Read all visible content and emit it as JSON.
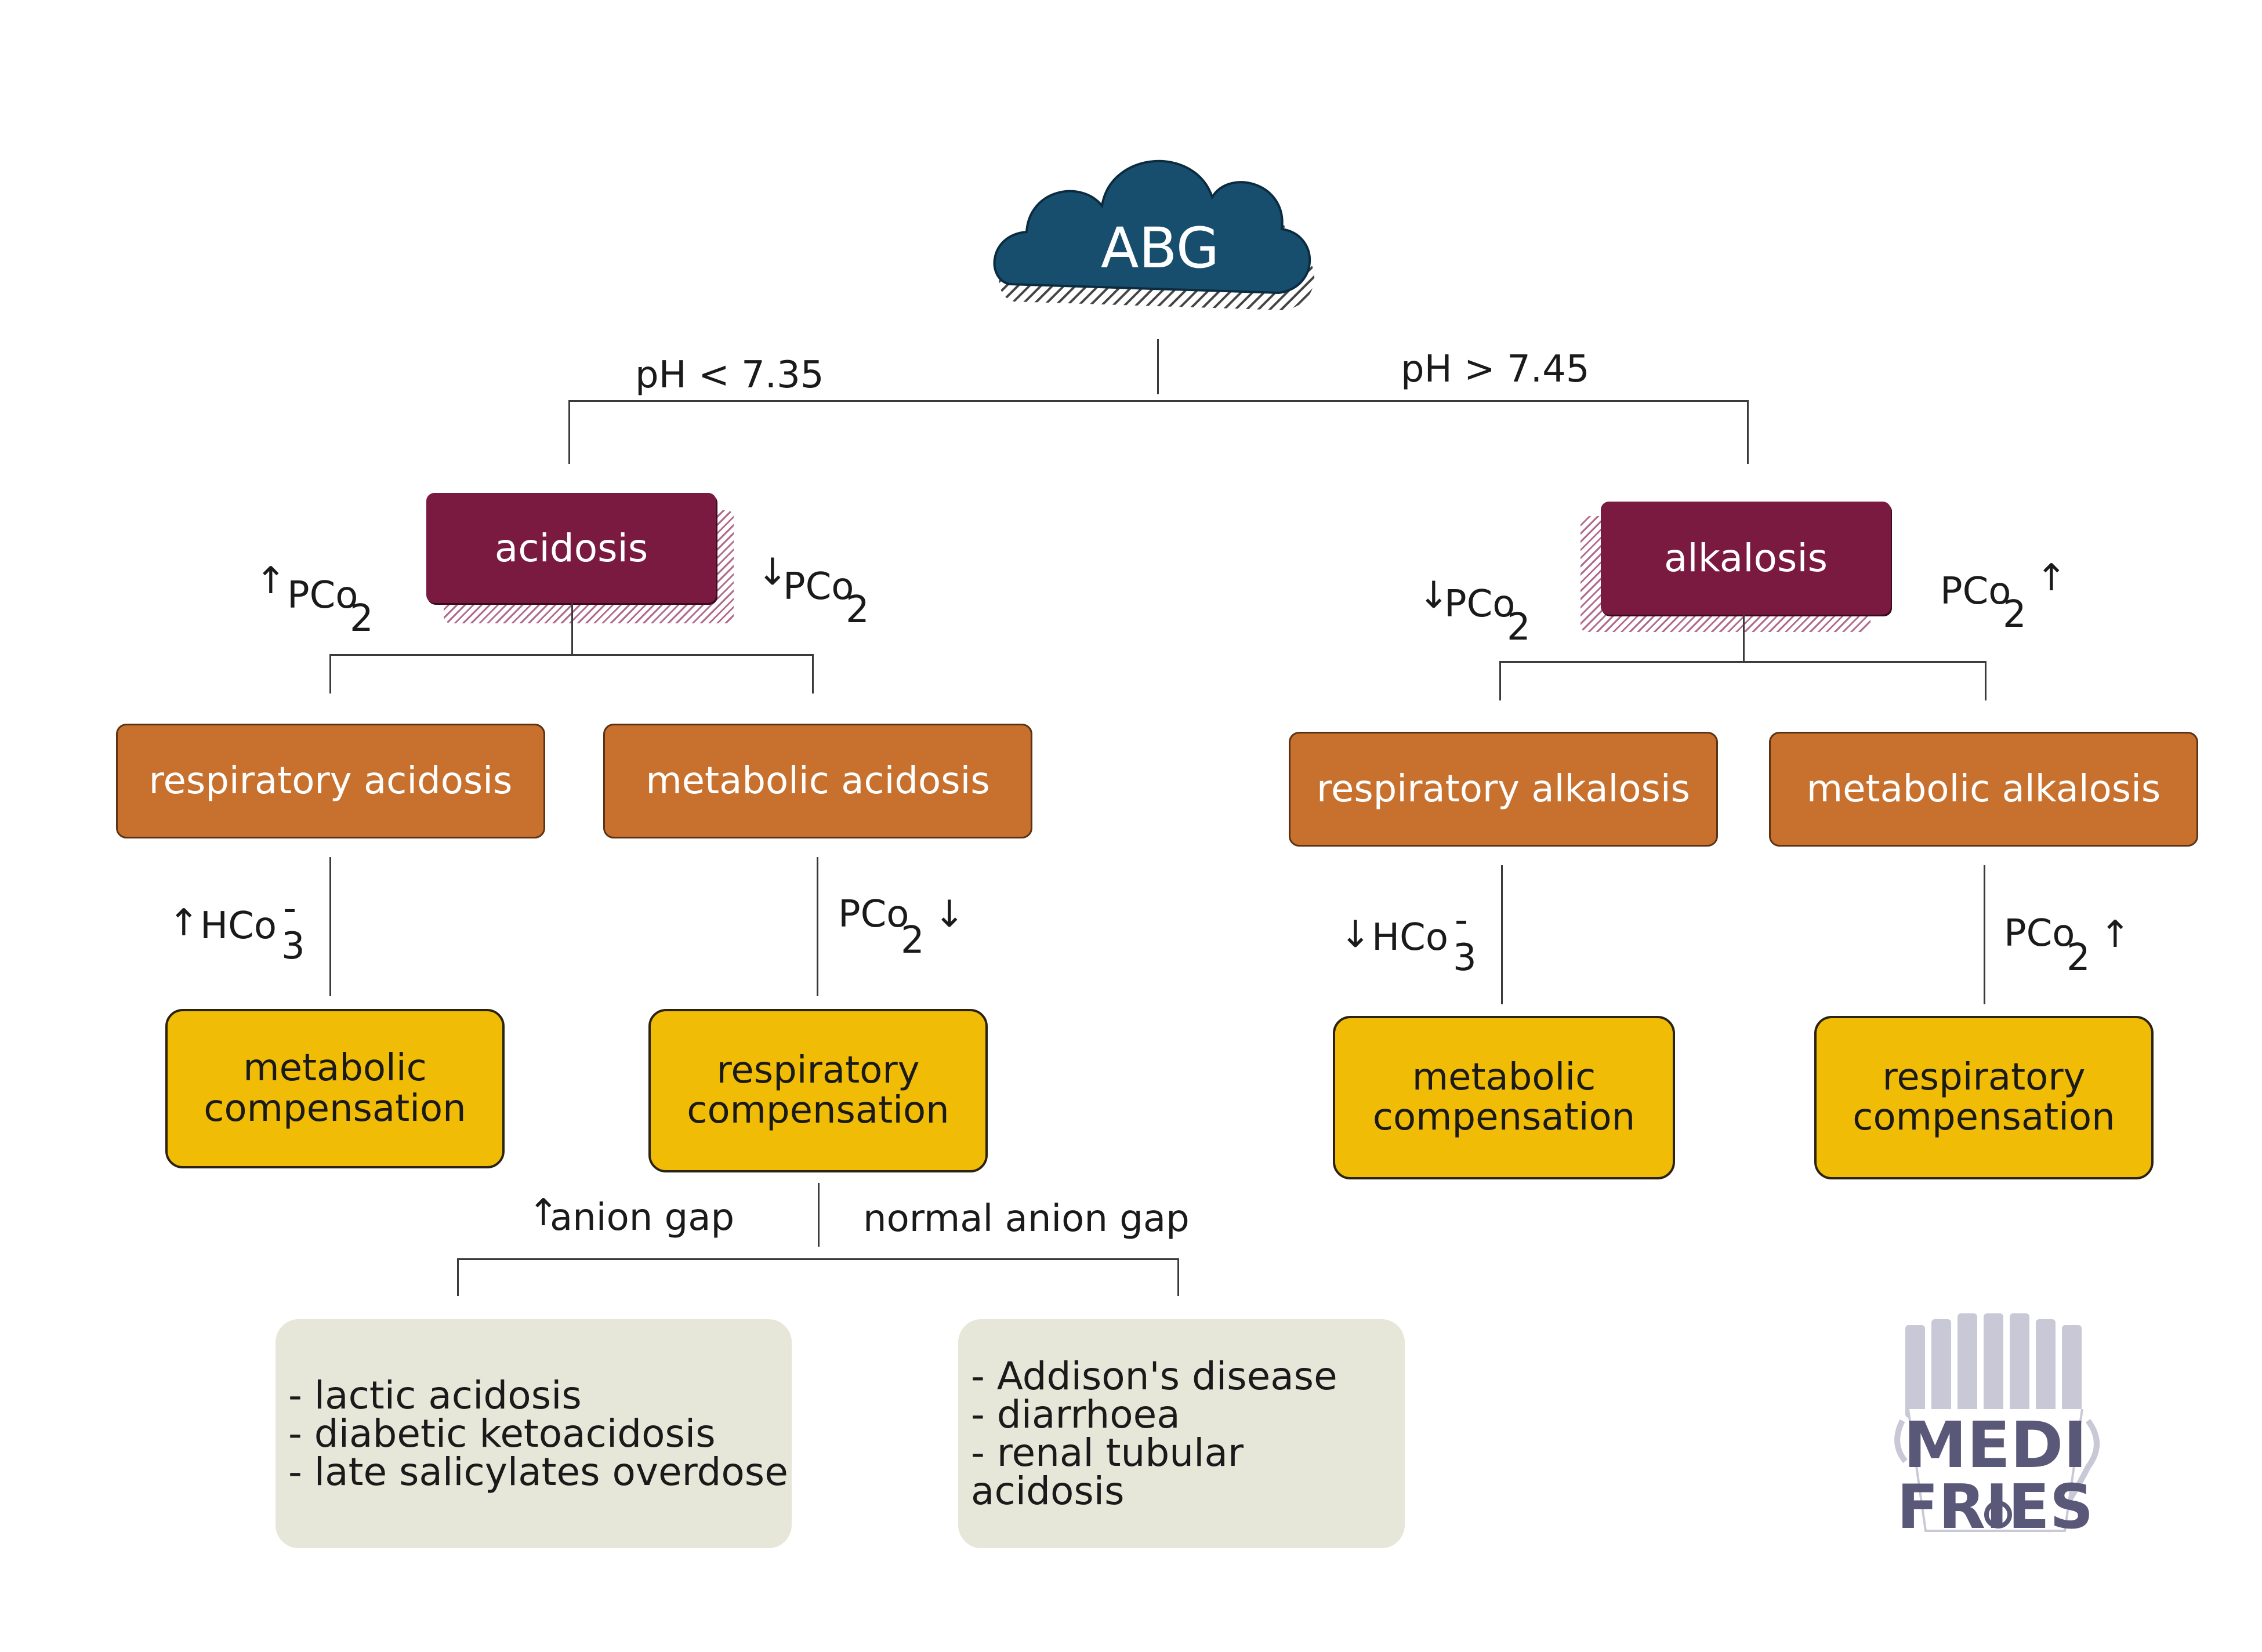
{
  "root": {
    "label": "ABG"
  },
  "branches": {
    "left_condition": "pH < 7.35",
    "right_condition": "pH > 7.45"
  },
  "acidosis": {
    "label": "acidosis",
    "left_edge": {
      "arrow": "↑",
      "text": "PCo",
      "sub": "2"
    },
    "right_edge": {
      "arrow": "↓",
      "text": "PCo",
      "sub": "2"
    },
    "respiratory": {
      "label": "respiratory acidosis",
      "edge": {
        "arrow": "↑",
        "text": "HCo",
        "sub": "3",
        "sup": "-"
      },
      "compensation": "metabolic compensation"
    },
    "metabolic": {
      "label": "metabolic acidosis",
      "edge": {
        "arrow": "↓",
        "text": "PCo",
        "sub": "2"
      },
      "compensation": "respiratory compensation",
      "gap_high": {
        "arrow": "↑",
        "text": "anion gap"
      },
      "gap_normal": {
        "text": "normal anion gap"
      },
      "high_gap_causes": [
        "- lactic acidosis",
        "- diabetic ketoacidosis",
        "- late salicylates overdose"
      ],
      "normal_gap_causes": [
        "- Addison's disease",
        "- diarrhoea",
        "- renal tubular acidosis"
      ]
    }
  },
  "alkalosis": {
    "label": "alkalosis",
    "left_edge": {
      "arrow": "↓",
      "text": "PCo",
      "sub": "2"
    },
    "right_edge": {
      "arrow": "↑",
      "text": "PCo",
      "sub": "2"
    },
    "respiratory": {
      "label": "respiratory alkalosis",
      "edge": {
        "arrow": "↓",
        "text": "HCo",
        "sub": "3",
        "sup": "-"
      },
      "compensation": "metabolic compensation"
    },
    "metabolic": {
      "label": "metabolic alkalosis",
      "edge": {
        "arrow": "↑",
        "text": "PCo",
        "sub": "2"
      },
      "compensation": "respiratory compensation"
    }
  },
  "logo": {
    "line1": "MEDI",
    "line2": "FRIES"
  },
  "colors": {
    "cloud": "#174e6e",
    "purple": "#7a1a40",
    "orange": "#c8702e",
    "yellow": "#f0bc06",
    "grey": "#e6e7d8",
    "logo": "#5a5878"
  }
}
